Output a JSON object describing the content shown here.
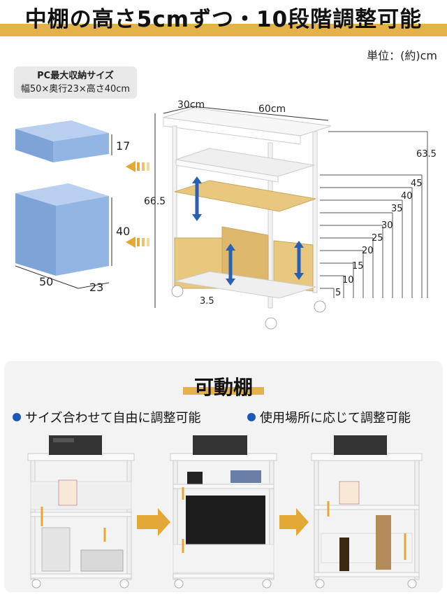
{
  "header": {
    "title": "中棚の高さ5cmずつ・10段階調整可能",
    "unit": "単位：(約)cm"
  },
  "pc_box": {
    "title": "PC最大収納サイズ",
    "dims": "幅50×奥行23×高さ40cm"
  },
  "dimensions": {
    "depth": "30cm",
    "width": "60cm",
    "height_total": "66.5",
    "caster_gap": "3.5",
    "box1_height": "17",
    "box2_height": "40",
    "box2_width": "50",
    "box2_depth": "23",
    "scale_labels": [
      "63.5",
      "45",
      "40",
      "35",
      "30",
      "25",
      "20",
      "15",
      "10",
      "5"
    ]
  },
  "movable": {
    "title": "可動棚",
    "feature_left": "サイズ合わせて自由に調整可能",
    "feature_right": "使用場所に応じて調整可能"
  },
  "colors": {
    "accent": "#e3b34a",
    "blue_box": "#8fb2dd",
    "shelf_wood": "#e8c77e",
    "bullet": "#1f56b5"
  }
}
